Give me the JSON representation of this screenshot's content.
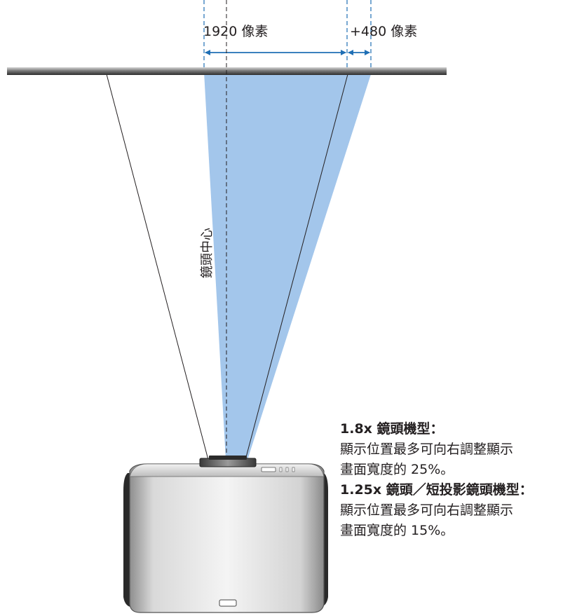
{
  "labels": {
    "width_1920": "1920 像素",
    "width_480": "+480 像素",
    "lens_center": "鏡頭中心"
  },
  "notes": [
    {
      "heading": "1.8x 鏡頭機型：",
      "lines": [
        "顯示位置最多可向右調整顯示",
        "畫面寬度的 25%。"
      ]
    },
    {
      "heading": "1.25x 鏡頭／短投影鏡頭機型：",
      "lines": [
        "顯示位置最多可向右調整顯示",
        "畫面寬度的 15%。"
      ]
    }
  ],
  "colors": {
    "beam": "#a3c6eb",
    "beam_dark": "#7fb0e0",
    "dimension": "#1f6fb5",
    "screen": "#5b5b5b",
    "text": "#231f20"
  },
  "icons": {
    "projector": "projector-icon"
  }
}
